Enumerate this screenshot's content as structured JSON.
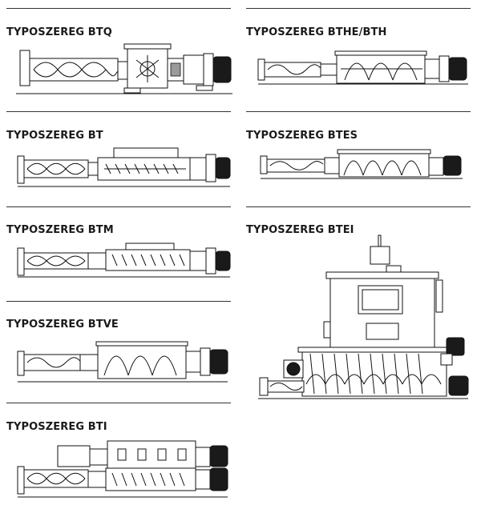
{
  "sections": [
    {
      "id": "btq",
      "title": "TYPOSZEREG BTQ"
    },
    {
      "id": "bthe_bth",
      "title": "TYPOSZEREG BTHE/BTH"
    },
    {
      "id": "bt",
      "title": "TYPOSZEREG BT"
    },
    {
      "id": "btes",
      "title": "TYPOSZEREG BTES"
    },
    {
      "id": "btm",
      "title": "TYPOSZEREG BTM"
    },
    {
      "id": "btei",
      "title": "TYPOSZEREG BTEI"
    },
    {
      "id": "btve",
      "title": "TYPOSZEREG BTVE"
    },
    {
      "id": "bti",
      "title": "TYPOSZEREG BTI"
    }
  ]
}
